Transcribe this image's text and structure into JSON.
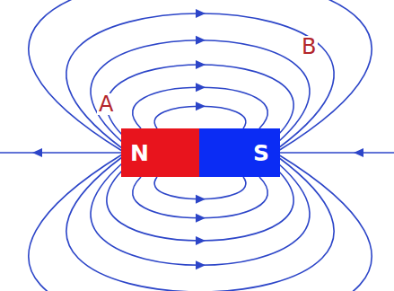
{
  "diagram": {
    "nodes": [
      {
        "text": [
          "N"
        ]
      },
      {
        "text": [
          "S"
        ]
      }
    ],
    "labels": [
      "A",
      "B"
    ]
  }
}
